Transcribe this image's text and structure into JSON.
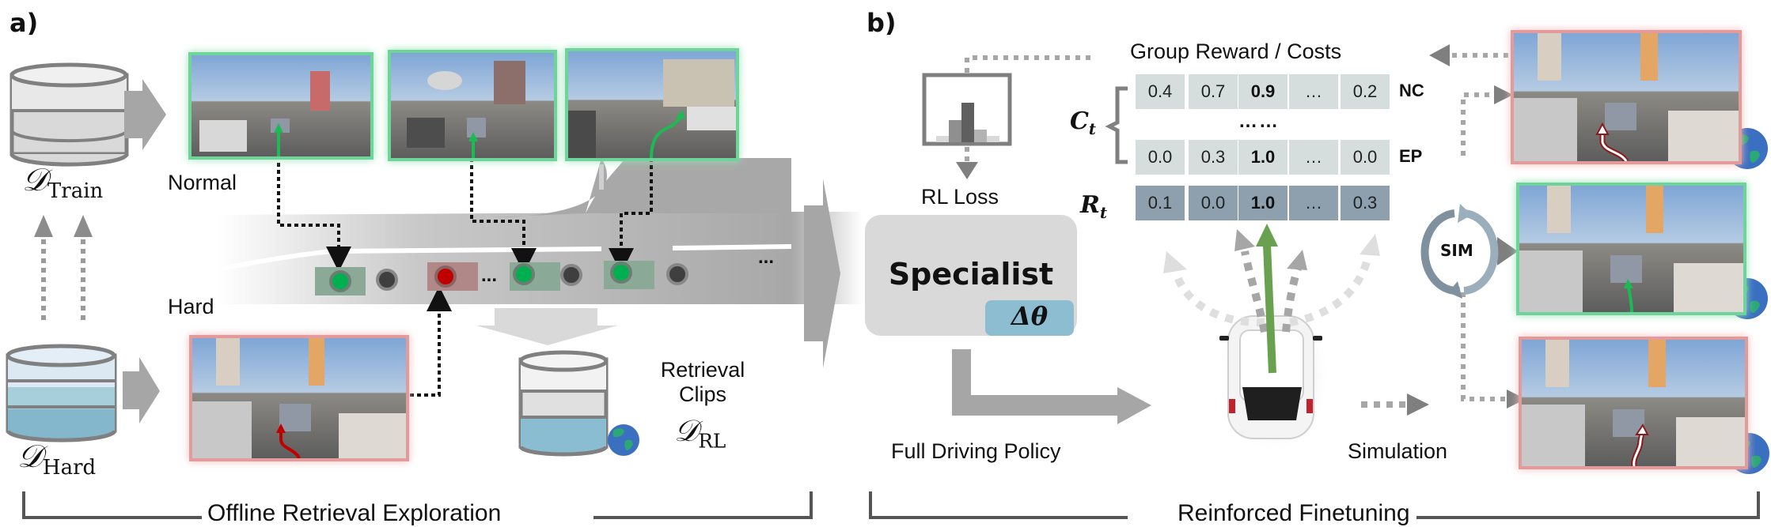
{
  "panel_a": {
    "label": "a)",
    "db_train": {
      "symbol": "𝒟",
      "subscript": "Train"
    },
    "db_hard": {
      "symbol": "𝒟",
      "subscript": "Hard"
    },
    "normal_label": "Normal",
    "hard_label": "Hard",
    "normal_clips": [
      {
        "name": "normal-clip-1",
        "trajectory": "straight",
        "border": "green"
      },
      {
        "name": "normal-clip-2",
        "trajectory": "straight",
        "border": "green"
      },
      {
        "name": "normal-clip-3",
        "trajectory": "right-curve",
        "border": "green"
      }
    ],
    "hard_clip": {
      "name": "hard-clip",
      "trajectory": "left-swerve",
      "border": "red"
    },
    "timeline_nodes": [
      "green",
      "gray",
      "red",
      "ellipsis",
      "green",
      "gray",
      "green",
      "gray"
    ],
    "timeline_ellipsis": "...",
    "timeline_trailing": "...",
    "retrieval_label_line1": "Retrieval",
    "retrieval_label_line2": "Clips",
    "db_rl": {
      "symbol": "𝒟",
      "subscript": "RL"
    },
    "section_title": "Offline Retrieval Exploration"
  },
  "panel_b": {
    "label": "b)",
    "rl_loss_label": "RL Loss",
    "specialist_label": "Specialist",
    "delta_theta": "Δθ",
    "full_policy_label": "Full Driving Policy",
    "group_title": "Group Reward / Costs",
    "cost_symbol": "C",
    "cost_sub": "t",
    "reward_symbol": "R",
    "reward_sub": "t",
    "rows": [
      {
        "tag": "NC",
        "type": "cost",
        "values": [
          "0.4",
          "0.7",
          "0.9",
          "…",
          "0.2"
        ],
        "bold_index": 2
      },
      {
        "tag": "EP",
        "type": "cost",
        "values": [
          "0.0",
          "0.3",
          "1.0",
          "…",
          "0.0"
        ],
        "bold_index": 2
      },
      {
        "tag": "",
        "type": "reward",
        "values": [
          "0.1",
          "0.0",
          "1.0",
          "…",
          "0.3"
        ],
        "bold_index": 2
      }
    ],
    "row_separator": "……",
    "sim_label": "SIM",
    "simulation_label": "Simulation",
    "sim_clips": [
      {
        "name": "sim-clip-1",
        "border": "red",
        "trajectory": "left-swerve"
      },
      {
        "name": "sim-clip-2",
        "border": "green",
        "trajectory": "straight"
      },
      {
        "name": "sim-clip-3",
        "border": "red",
        "trajectory": "right-swerve"
      }
    ],
    "section_title": "Reinforced Finetuning"
  },
  "colors": {
    "green_traj": "#1db954",
    "red_traj": "#c00000",
    "green_border": "#6ed49a",
    "red_border": "#e29a9a",
    "gray_arrow": "#a6a6a6",
    "best_arrow": "#6aa150",
    "db_blue": "#8ebfd3",
    "delta_box": "#8dbdd1"
  }
}
